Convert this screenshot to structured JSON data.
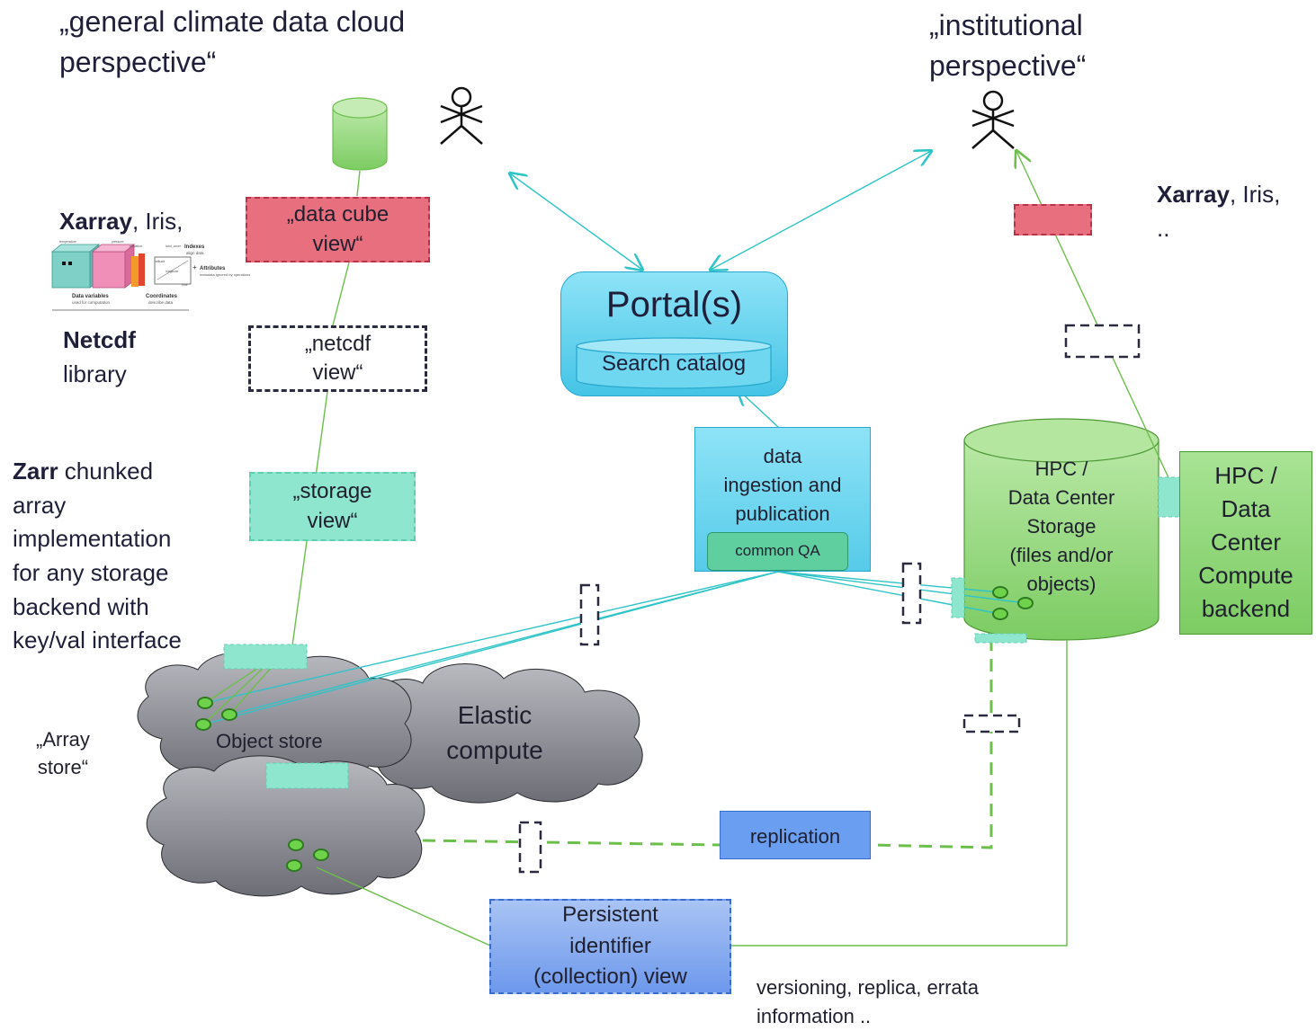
{
  "titles": {
    "left_line1": "„general climate data cloud",
    "left_line2": "perspective“",
    "right_line1": "„institutional",
    "right_line2": "perspective“"
  },
  "left_side": {
    "xarray_bold": "Xarray",
    "xarray_rest": ", Iris,",
    "netcdf_bold": "Netcdf",
    "netcdf_rest": "library",
    "zarr_bold": "Zarr",
    "zarr_line1_rest": " chunked",
    "zarr_line2": "array",
    "zarr_line3": "implementation",
    "zarr_line4": "for any storage",
    "zarr_line5": "backend with",
    "zarr_line6": "key/val interface",
    "array_store_line1": "„Array",
    "array_store_line2": "store“"
  },
  "right_side": {
    "xarray_bold": "Xarray",
    "xarray_rest": ", Iris,",
    "dots": ".."
  },
  "boxes": {
    "data_cube_line1": "„data cube",
    "data_cube_line2": "view“",
    "netcdf_line1": "„netcdf",
    "netcdf_line2": "view“",
    "storage_line1": "„storage",
    "storage_line2": "view“",
    "portal_title": "Portal(s)",
    "search_catalog": "Search catalog",
    "ingestion_line1": "data",
    "ingestion_line2": "ingestion and",
    "ingestion_line3": "publication",
    "common_qa": "common QA",
    "hpc_storage_line1": "HPC /",
    "hpc_storage_line2": "Data Center",
    "hpc_storage_line3": "Storage",
    "hpc_storage_line4": "(files and/or",
    "hpc_storage_line5": "objects)",
    "hpc_compute_line1": "HPC /",
    "hpc_compute_line2": "Data",
    "hpc_compute_line3": "Center",
    "hpc_compute_line4": "Compute",
    "hpc_compute_line5": "backend",
    "object_store": "Object store",
    "elastic_line1": "Elastic",
    "elastic_line2": "compute",
    "replication": "replication",
    "pid_line1": "Persistent",
    "pid_line2": "identifier",
    "pid_line3": "(collection) view",
    "versioning_line1": "versioning, replica, errata",
    "versioning_line2": "information .."
  },
  "mini_figure": {
    "label_data_variables": "Data variables",
    "label_data_variables_sub": "used for computation",
    "label_coordinates": "Coordinates",
    "label_coordinates_sub": "describe data",
    "label_indexes": "Indexes",
    "label_indexes_sub": "align data",
    "label_attributes": "Attributes",
    "label_attributes_sub": "metadata ignored by operations",
    "label_temperature": "temperature",
    "label_pressure": "pressure",
    "label_elevation": "elevation",
    "label_land_cover": "land_cover",
    "label_latitude": "latitude",
    "label_longitude": "longitude",
    "label_time": "time"
  },
  "colors": {
    "connector_cyan": "#2ec4c8",
    "connector_green": "#6cbf4a",
    "cloud_gray": "#8a8a94",
    "red_box": "#e46c7c",
    "teal_box": "#7fe0c6",
    "portal_blue": "#5fd3ef",
    "storage_green": "#8fd67a",
    "replication_blue": "#6a9ef0"
  }
}
